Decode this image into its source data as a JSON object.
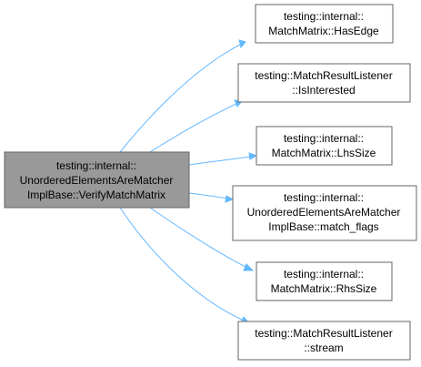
{
  "colors": {
    "root_fill": "#999999",
    "root_stroke": "#666666",
    "node_fill": "#ffffff",
    "node_stroke": "#666666",
    "edge": "#63b8ff"
  },
  "root": {
    "lines": [
      "testing::internal::",
      "UnorderedElementsAreMatcher",
      "ImplBase::VerifyMatchMatrix"
    ]
  },
  "callees": [
    {
      "lines": [
        "testing::internal::",
        "MatchMatrix::HasEdge"
      ]
    },
    {
      "lines": [
        "testing::MatchResultListener",
        "::IsInterested"
      ]
    },
    {
      "lines": [
        "testing::internal::",
        "MatchMatrix::LhsSize"
      ]
    },
    {
      "lines": [
        "testing::internal::",
        "UnorderedElementsAreMatcher",
        "ImplBase::match_flags"
      ]
    },
    {
      "lines": [
        "testing::internal::",
        "MatchMatrix::RhsSize"
      ]
    },
    {
      "lines": [
        "testing::MatchResultListener",
        "::stream"
      ]
    }
  ]
}
